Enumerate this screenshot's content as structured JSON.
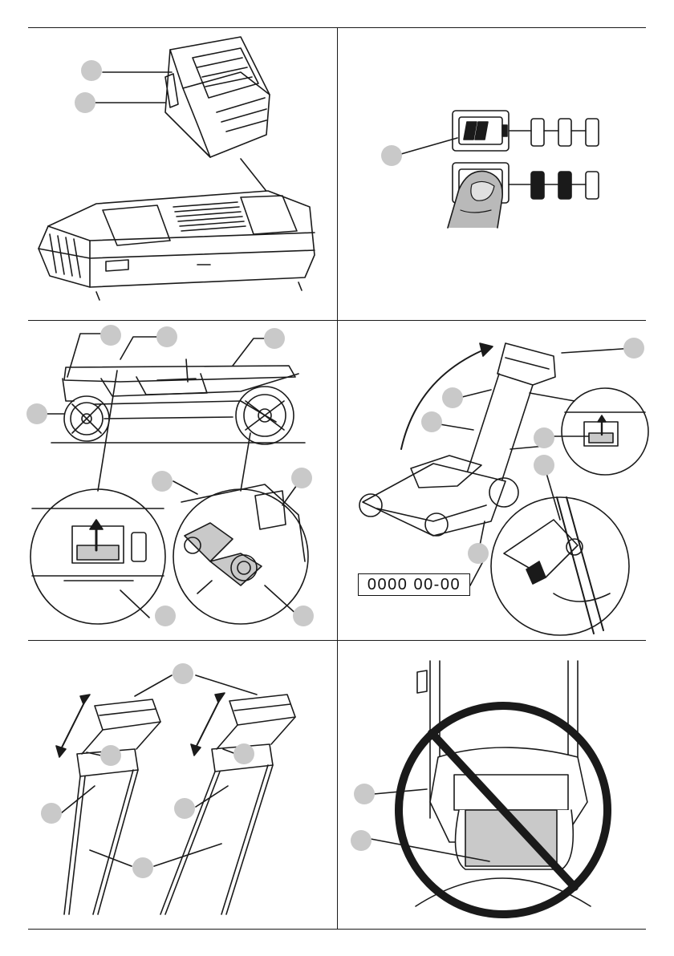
{
  "document": {
    "type": "instruction-manual-figure-page",
    "panels": 6,
    "callout_color": "#c9c9c9",
    "line_color": "#1a1a1a"
  },
  "panel_mower_handle": {
    "serial_label_text": "0000  00-00"
  },
  "icons": {
    "battery": "battery-icon",
    "charger": "charger-icon",
    "fuel_gauge": "fuel-gauge-icon",
    "finger": "finger-press-icon",
    "mower": "lawn-mower-icon",
    "prohibition": "no-symbol-icon"
  }
}
